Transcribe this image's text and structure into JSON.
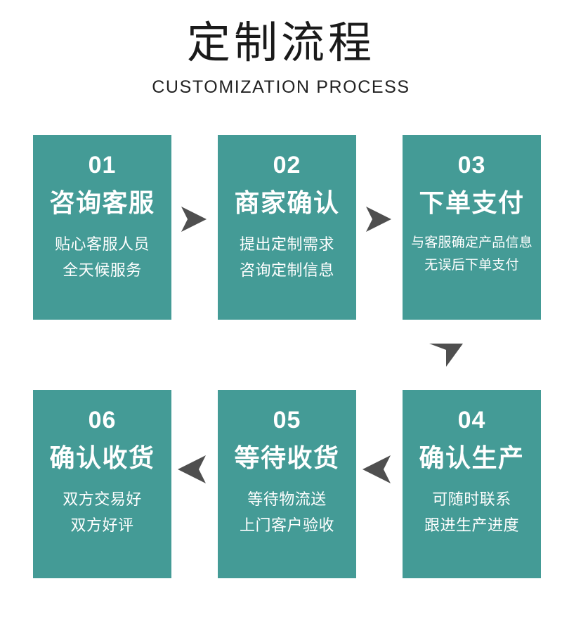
{
  "header": {
    "title": "定制流程",
    "subtitle": "CUSTOMIZATION PROCESS"
  },
  "theme": {
    "card_background": "#449b96",
    "card_text": "#ffffff",
    "arrow_color": "#4f4f4f",
    "page_background": "#ffffff",
    "title_color": "#1a1a1a"
  },
  "flow": {
    "rows": [
      {
        "cards": [
          {
            "number": "01",
            "title": "咨询客服",
            "desc_lines": [
              "贴心客服人员",
              "全天候服务"
            ]
          },
          {
            "number": "02",
            "title": "商家确认",
            "desc_lines": [
              "提出定制需求",
              "咨询定制信息"
            ]
          },
          {
            "number": "03",
            "title": "下单支付",
            "desc_lines": [
              "与客服确定产品信息",
              "无误后下单支付"
            ]
          }
        ]
      },
      {
        "cards": [
          {
            "number": "06",
            "title": "确认收货",
            "desc_lines": [
              "双方交易好",
              "双方好评"
            ]
          },
          {
            "number": "05",
            "title": "等待收货",
            "desc_lines": [
              "等待物流送",
              "上门客户验收"
            ]
          },
          {
            "number": "04",
            "title": "确认生产",
            "desc_lines": [
              "可随时联系",
              "跟进生产进度"
            ]
          }
        ]
      }
    ],
    "arrows": [
      {
        "name": "arrow-right-01-to-02",
        "direction": "right"
      },
      {
        "name": "arrow-right-02-to-03",
        "direction": "right"
      },
      {
        "name": "arrow-down-03-to-04",
        "direction": "down"
      },
      {
        "name": "arrow-left-05-to-06",
        "direction": "left"
      },
      {
        "name": "arrow-left-04-to-05",
        "direction": "left"
      }
    ]
  }
}
